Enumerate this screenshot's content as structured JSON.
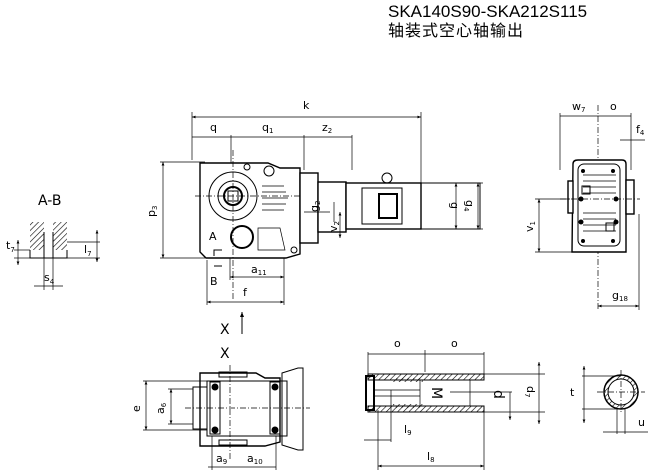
{
  "header": {
    "model_range": "SKA140S90-SKA212S115",
    "subtitle": "轴装式空心轴输出"
  },
  "section_view": {
    "title": "A-B",
    "labels": {
      "t7": "t",
      "t7_sub": "7",
      "l7": "l",
      "l7_sub": "7",
      "s4": "s",
      "s4_sub": "4"
    }
  },
  "side_view": {
    "dims": {
      "k": "k",
      "q": "q",
      "q1": "q",
      "q1_sub": "1",
      "z2": "z",
      "z2_sub": "2",
      "p3": "p",
      "p3_sub": "3",
      "g2": "g",
      "g2_sub": "2",
      "v2": "v",
      "v2_sub": "2",
      "g": "g",
      "g4": "g",
      "g4_sub": "4",
      "a11": "a",
      "a11_sub": "11",
      "f": "f",
      "A": "A",
      "B": "B"
    }
  },
  "end_view": {
    "dims": {
      "w7": "w",
      "w7_sub": "7",
      "o": "o",
      "f4": "f",
      "f4_sub": "4",
      "v1": "v",
      "v1_sub": "1",
      "g18": "g",
      "g18_sub": "18"
    }
  },
  "view_x": {
    "arrow_label": "X",
    "view_label": "X",
    "dims": {
      "e": "e",
      "a6": "a",
      "a6_sub": "6",
      "a9": "a",
      "a9_sub": "9",
      "a10": "a",
      "a10_sub": "10"
    }
  },
  "hollow_shaft": {
    "dims": {
      "o_left": "o",
      "o_right": "o",
      "M": "M",
      "d": "d",
      "d7": "d",
      "d7_sub": "7",
      "l9": "l",
      "l9_sub": "9",
      "l8": "l",
      "l8_sub": "8"
    }
  },
  "shaft_section": {
    "dims": {
      "t": "t",
      "u": "u"
    }
  }
}
